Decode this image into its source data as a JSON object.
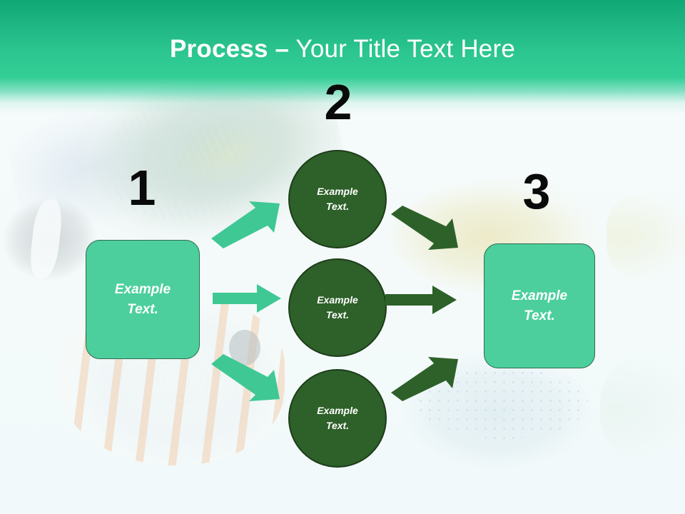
{
  "slide": {
    "title": {
      "strong": "Process –",
      "light": " Your Title Text Here"
    },
    "background": {
      "header_gradient_top": "#0fa873",
      "header_gradient_bottom": "#34cf97",
      "canvas_color": "#f2f9f9",
      "imagery": [
        {
          "name": "angelfish",
          "position": "upper-left"
        },
        {
          "name": "damselfish",
          "position": "left-edge"
        },
        {
          "name": "copperband-butterflyfish",
          "position": "bottom-left"
        },
        {
          "name": "pufferfish",
          "position": "right-upper"
        },
        {
          "name": "blue-tang",
          "position": "bottom-right"
        }
      ]
    }
  },
  "colors": {
    "accent_light_green": "#4ccf9d",
    "accent_dark_green": "#2e6029",
    "arrow_light": "#3fc894",
    "arrow_dark": "#2d6129",
    "number_color": "#0a0a0a",
    "text_on_shape": "#ffffff"
  },
  "steps": [
    {
      "id": 1,
      "number": "1",
      "label": "Example\nText."
    },
    {
      "id": 2,
      "number": "2",
      "label": "Example\nText."
    },
    {
      "id": 3,
      "number": "3",
      "label": "Example\nText."
    }
  ],
  "stage_1": {
    "number": "1",
    "box_label_line1": "Example",
    "box_label_line2": "Text."
  },
  "stage_2": {
    "number": "2",
    "circles": [
      {
        "line1": "Example",
        "line2": "Text."
      },
      {
        "line1": "Example",
        "line2": "Text."
      },
      {
        "line1": "Example",
        "line2": "Text."
      }
    ]
  },
  "stage_3": {
    "number": "3",
    "box_label_line1": "Example",
    "box_label_line2": "Text."
  },
  "arrows": [
    {
      "name": "arrow-left-up",
      "direction": "up-right",
      "color": "#3fc894"
    },
    {
      "name": "arrow-left-middle",
      "direction": "right",
      "color": "#3fc894"
    },
    {
      "name": "arrow-left-down",
      "direction": "down-right",
      "color": "#3fc894"
    },
    {
      "name": "arrow-right-down",
      "direction": "down-right",
      "color": "#2d6129"
    },
    {
      "name": "arrow-right-middle",
      "direction": "right",
      "color": "#2d6129"
    },
    {
      "name": "arrow-right-up",
      "direction": "up-right",
      "color": "#2d6129"
    }
  ]
}
